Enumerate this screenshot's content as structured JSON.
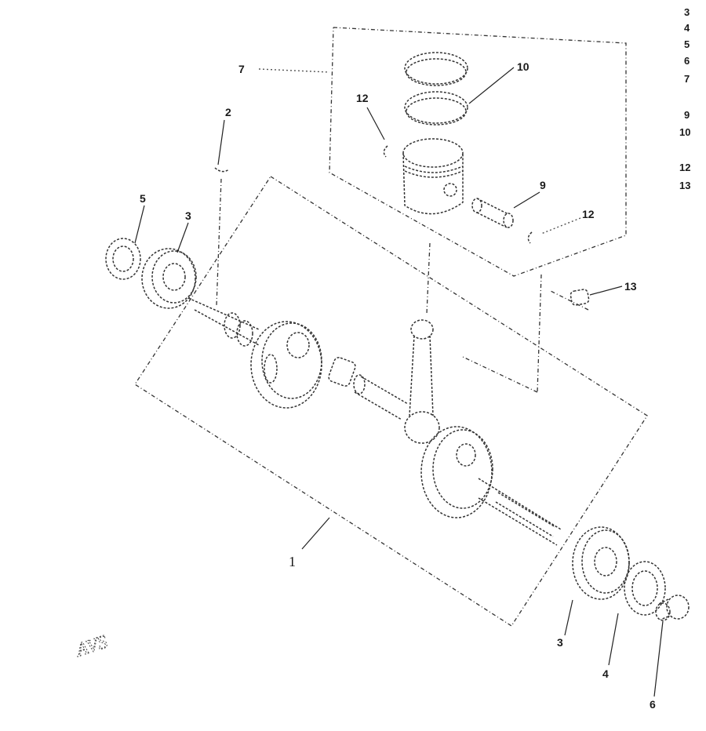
{
  "callouts": {
    "c1": "1",
    "c2": "2",
    "c3_left": "3",
    "c3_bottom": "3",
    "c4": "4",
    "c5": "5",
    "c6": "6",
    "c7": "7",
    "c9": "9",
    "c10": "10",
    "c12_left": "12",
    "c12_right": "12",
    "c13": "13"
  },
  "index_column": [
    "3",
    "4",
    "5",
    "6",
    "7",
    "9",
    "10",
    "12",
    "13"
  ],
  "stamp": "AVS"
}
